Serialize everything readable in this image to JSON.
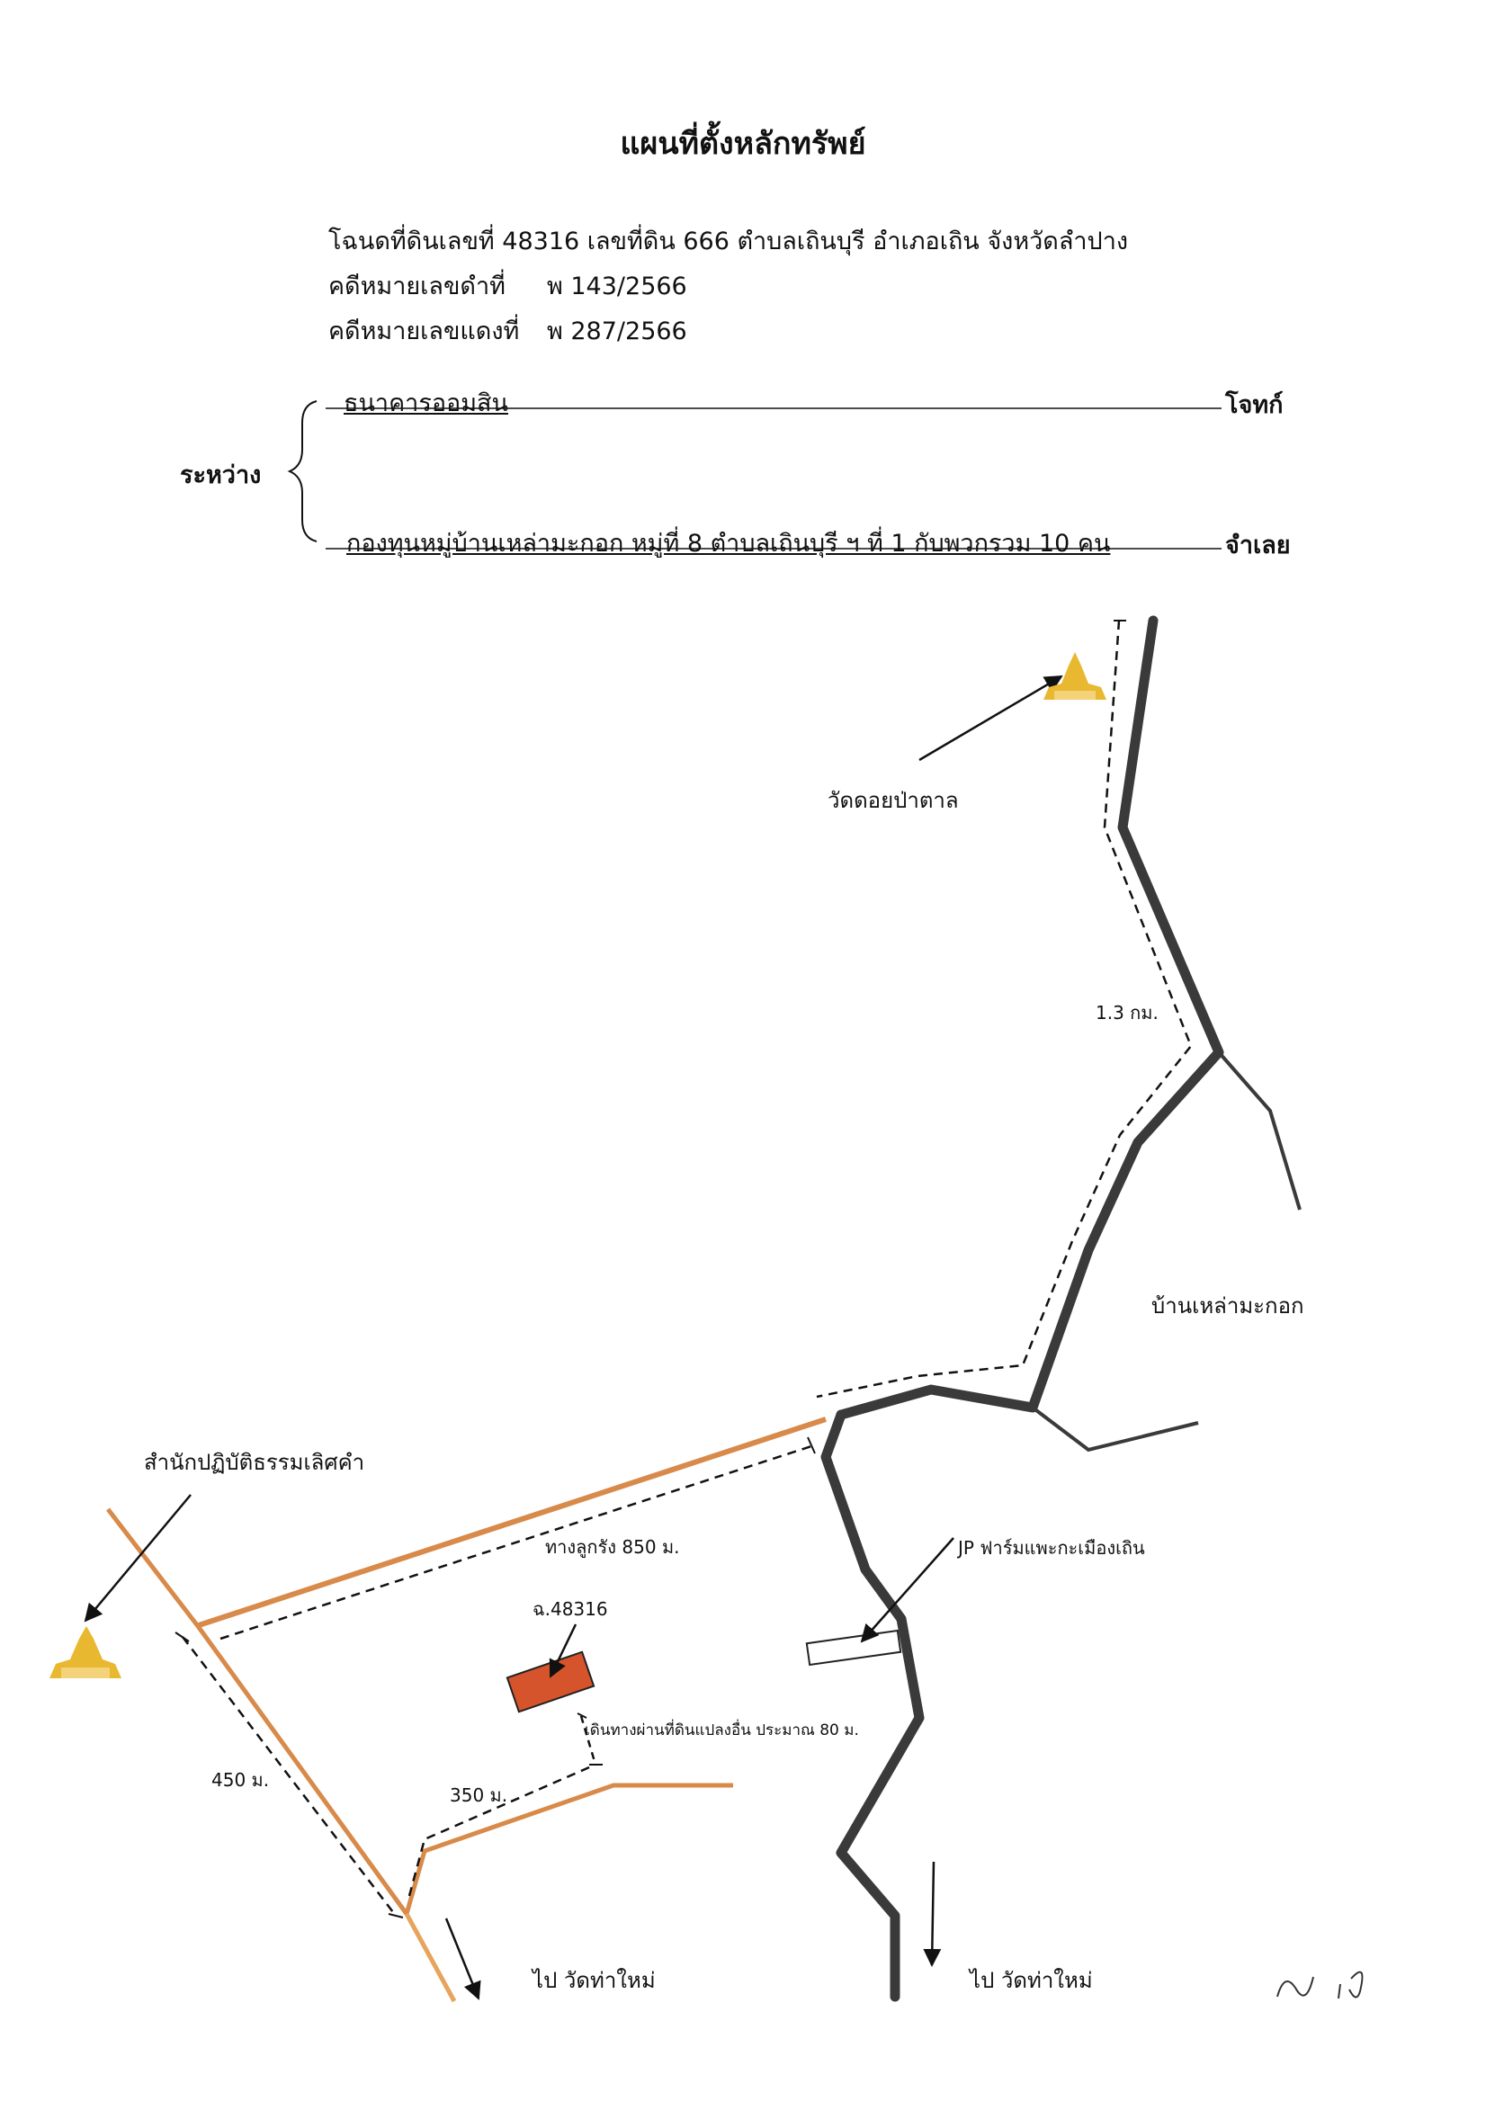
{
  "title": "แผนที่ตั้งหลักทรัพย์",
  "deed": {
    "line1": "โฉนดที่ดินเลขที่  48316  เลขที่ดิน  666  ตำบลเถินบุรี  อำเภอเถิน  จังหวัดลำปาง",
    "black_case_label": "คดีหมายเลขดำที่",
    "black_case_no": "พ 143/2566",
    "red_case_label": "คดีหมายเลขแดงที่",
    "red_case_no": "พ  287/2566"
  },
  "parties": {
    "between_label": "ระหว่าง",
    "plaintiff_name": "ธนาคารออมสิน",
    "plaintiff_role": "โจทก์",
    "defendant_name": "กองทุนหมู่บ้านเหล่ามะกอก  หมู่ที่ 8  ตำบลเถินบุรี ฯ  ที่  1  กับพวกรวม  10 คน",
    "defendant_role": "จำเลย"
  },
  "map_labels": {
    "temple_north": "วัดดอยป่าตาล",
    "distance_13km": "1.3 กม.",
    "village": "บ้านเหล่ามะกอก",
    "dharma_center": "สำนักปฏิบัติธรรมเลิศคำ",
    "road_850": "ทางลูกรัง 850 ม.",
    "farm": "JP ฟาร์มแพะกะเมืองเถิน",
    "parcel": "ฉ.48316",
    "walk_note": "เดินทางผ่านที่ดินแปลงอื่น ประมาณ 80 ม.",
    "distance_450": "450 ม.",
    "distance_350": "350 ม.",
    "to_temple_left": "ไป วัดท่าใหม่",
    "to_temple_right": "ไป วัดท่าใหม่",
    "signature": "ป.ศ"
  },
  "colors": {
    "main_road": "#3a3a3a",
    "dirt_road": "#d88a4a",
    "light_road": "#e6a45c",
    "parcel_fill": "#d6542c",
    "temple": "#e8b830"
  }
}
